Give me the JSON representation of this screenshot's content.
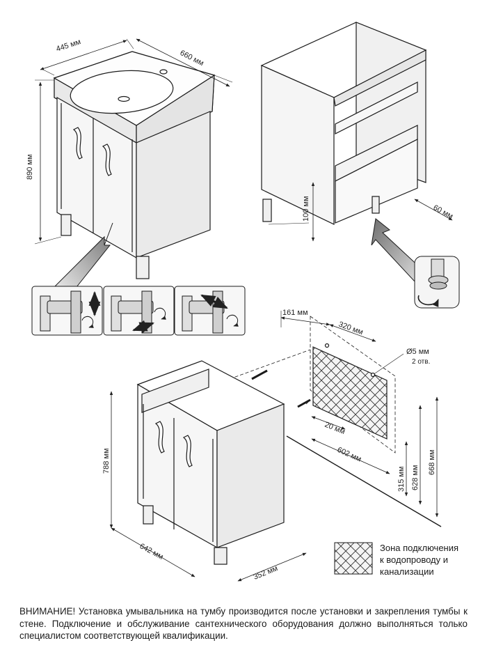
{
  "dimensions": {
    "sink_width": "445 мм",
    "sink_depth": "660 мм",
    "total_height": "890 мм",
    "leg_height": "100 мм",
    "foot_offset": "60 мм",
    "hole_offset_left": "161 мм",
    "hole_spacing": "320 мм",
    "hole_diameter": "Ø5 мм",
    "hole_count": "2 отв.",
    "zone_inset": "20 мм",
    "zone_width": "602 мм",
    "zone_bottom": "315 мм",
    "holes_height": "628 мм",
    "top_height": "668 мм",
    "cabinet_height": "788 мм",
    "cabinet_width": "642 мм",
    "cabinet_depth": "352 мм"
  },
  "legend": {
    "line1": "Зона подключения",
    "line2": "к водопроводу и",
    "line3": "канализации"
  },
  "notice": "ВНИМАНИЕ! Установка умывальника на тумбу производится после установки и закрепления тумбы к стене. Подключение и обслуживание сантехнического оборудования должно выполняться только специалистом соответствующей квалификации.",
  "colors": {
    "line": "#1a1a1a",
    "panel_fill": "#f2f2f2",
    "callout_gradient_start": "#777777",
    "callout_gradient_end": "#e6e6e6"
  }
}
